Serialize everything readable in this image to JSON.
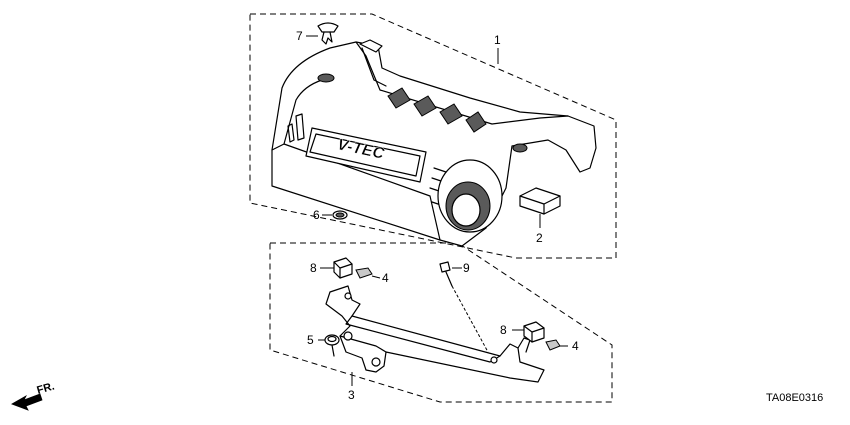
{
  "diagram_code": "TA08E0316",
  "direction_label": "FR.",
  "emblem_text": "V-TEC",
  "callouts": [
    {
      "id": "1",
      "label": "1"
    },
    {
      "id": "2",
      "label": "2"
    },
    {
      "id": "3",
      "label": "3"
    },
    {
      "id": "4a",
      "label": "4"
    },
    {
      "id": "4b",
      "label": "4"
    },
    {
      "id": "5",
      "label": "5"
    },
    {
      "id": "6",
      "label": "6"
    },
    {
      "id": "7",
      "label": "7"
    },
    {
      "id": "8a",
      "label": "8"
    },
    {
      "id": "8b",
      "label": "8"
    },
    {
      "id": "9",
      "label": "9"
    }
  ]
}
